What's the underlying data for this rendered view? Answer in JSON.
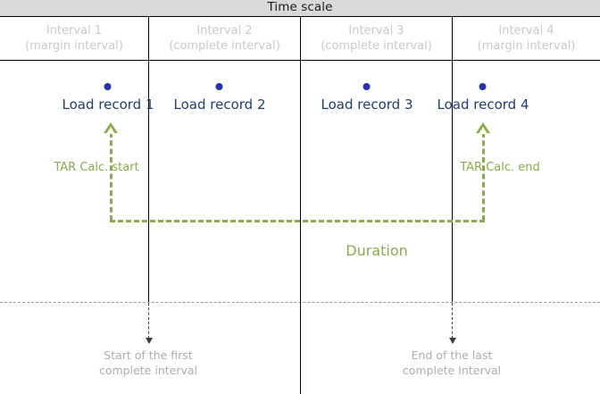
{
  "header": {
    "title": "Time scale",
    "band_color": "#d9d9d9"
  },
  "intervals": [
    {
      "name": "Interval  1",
      "kind": "(margin interval)"
    },
    {
      "name": "Interval  2",
      "kind": "(complete interval)"
    },
    {
      "name": "Interval  3",
      "kind": "(complete interval)"
    },
    {
      "name": "Interval  4",
      "kind": "(margin interval)"
    }
  ],
  "load_records": [
    {
      "label": "Load record 1"
    },
    {
      "label": "Load record 2"
    },
    {
      "label": "Load record 3"
    },
    {
      "label": "Load record 4"
    }
  ],
  "duration_bracket": {
    "start_label": "TAR Calc. start",
    "end_label": "TAR Calc. end",
    "span_label": "Duration",
    "color": "#8aab4a"
  },
  "bottom_callouts": [
    {
      "line1": "Start of the first",
      "line2": "complete interval"
    },
    {
      "line1": "End of the last",
      "line2": "complete Interval"
    }
  ],
  "colors": {
    "record_dot": "#2334ad",
    "record_text": "#1d3f6e",
    "interval_text": "#c9c9c9",
    "callout_text": "#adadad",
    "rule": "#000000"
  }
}
